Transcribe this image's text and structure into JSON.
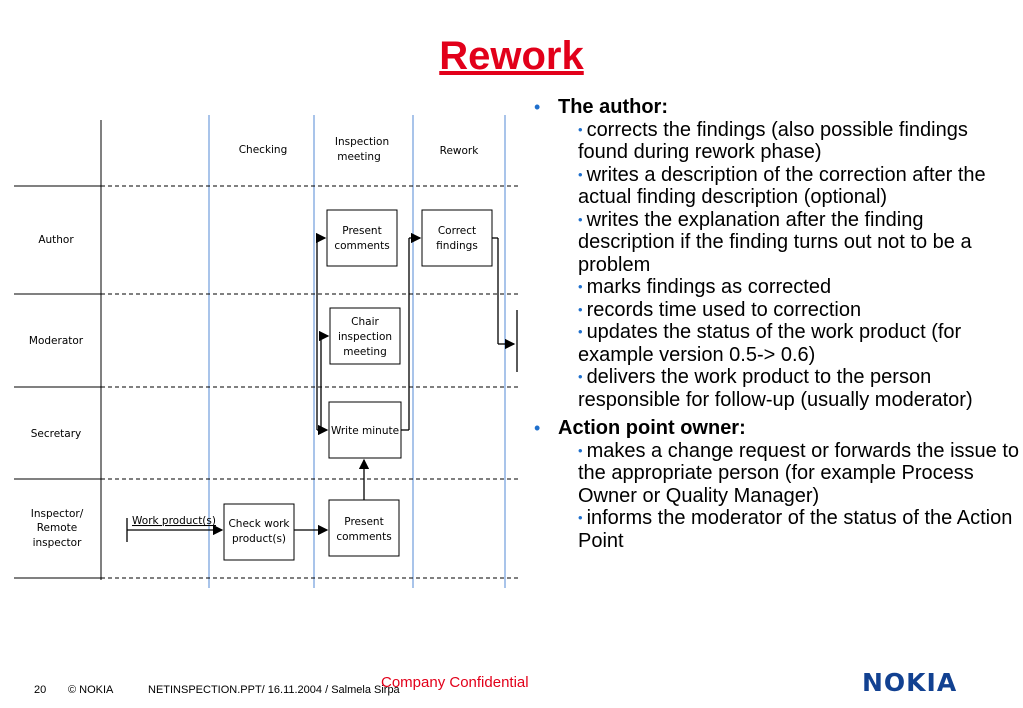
{
  "slide": {
    "title": "Rework"
  },
  "diagram": {
    "columns": [
      "Checking",
      "Inspection",
      "meeting",
      "Rework"
    ],
    "rows": [
      "Author",
      "Moderator",
      "Secretary",
      "Inspector/",
      "Remote",
      "inspector"
    ],
    "boxes": {
      "present1": [
        "Present",
        "comments"
      ],
      "correct": [
        "Correct",
        "findings"
      ],
      "chair": [
        "Chair",
        "inspection",
        "meeting"
      ],
      "write": "Write minute",
      "check": [
        "Check work",
        "product(s)"
      ],
      "present2": [
        "Present",
        "comments"
      ]
    },
    "input_label": "Work product(s)"
  },
  "content": {
    "author": {
      "heading": "The author:",
      "items": [
        "corrects the findings (also possible findings found during rework phase)",
        "writes a description of the correction after the actual finding description (optional)",
        "writes the explanation after the finding description if the finding turns out not to be a problem",
        "marks findings as corrected",
        "records time used to correction",
        "updates the status of the work product (for example version 0.5-> 0.6)",
        "delivers the work product to the person responsible for follow-up (usually moderator)"
      ]
    },
    "owner": {
      "heading": "Action point owner:",
      "items": [
        "makes a change request or forwards the issue to the appropriate person (for example Process Owner or Quality Manager)",
        "informs the moderator of the status of the Action Point"
      ]
    }
  },
  "footer": {
    "page": "20",
    "copyright": "© NOKIA",
    "file": "NETINSPECTION.PPT/ 16.11.2004 / Salmela Sirpa",
    "confidential": "Company Confidential",
    "logo": "NOKIA"
  },
  "colors": {
    "title": "#e2001a",
    "bullet": "#1f6fcc",
    "logo": "#124191",
    "lane_line": "#a9c4ea"
  }
}
